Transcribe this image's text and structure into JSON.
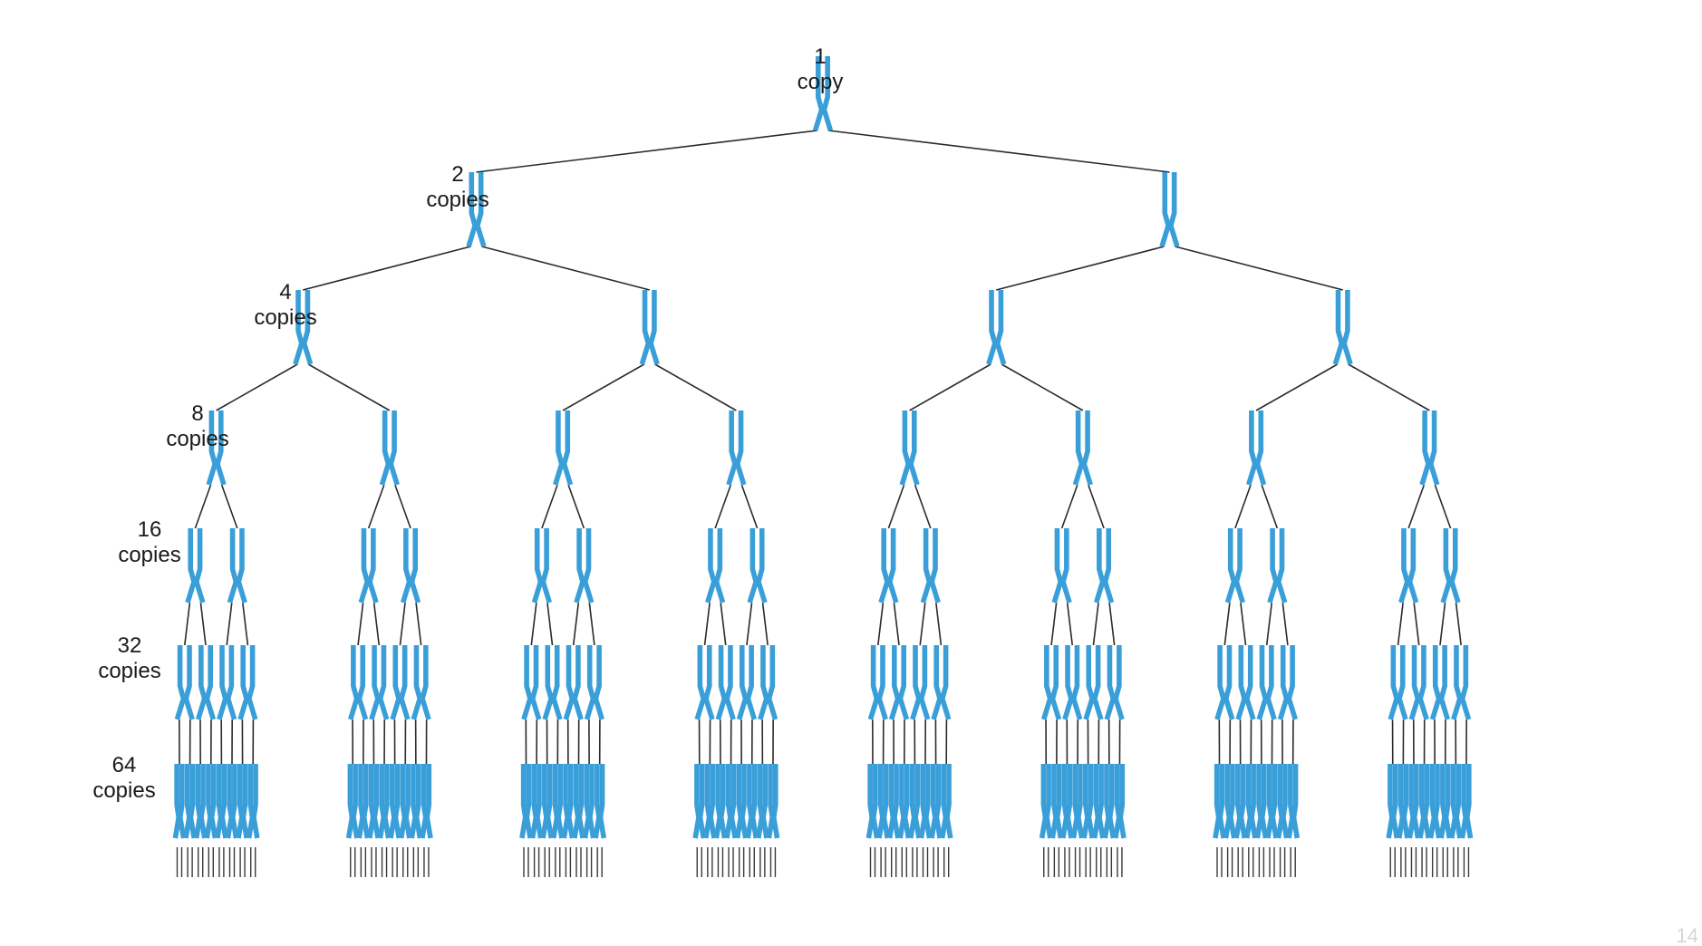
{
  "diagram": {
    "dna_color": "#3a9fd8",
    "line_color": "#2b2b2b",
    "levels": [
      {
        "count": 1,
        "number": "1",
        "word": "copy"
      },
      {
        "count": 2,
        "number": "2",
        "word": "copies"
      },
      {
        "count": 4,
        "number": "4",
        "word": "copies"
      },
      {
        "count": 8,
        "number": "8",
        "word": "copies"
      },
      {
        "count": 16,
        "number": "16",
        "word": "copies"
      },
      {
        "count": 32,
        "number": "32",
        "word": "copies"
      },
      {
        "count": 64,
        "number": "64",
        "word": "copies"
      }
    ]
  },
  "page_number": "14"
}
